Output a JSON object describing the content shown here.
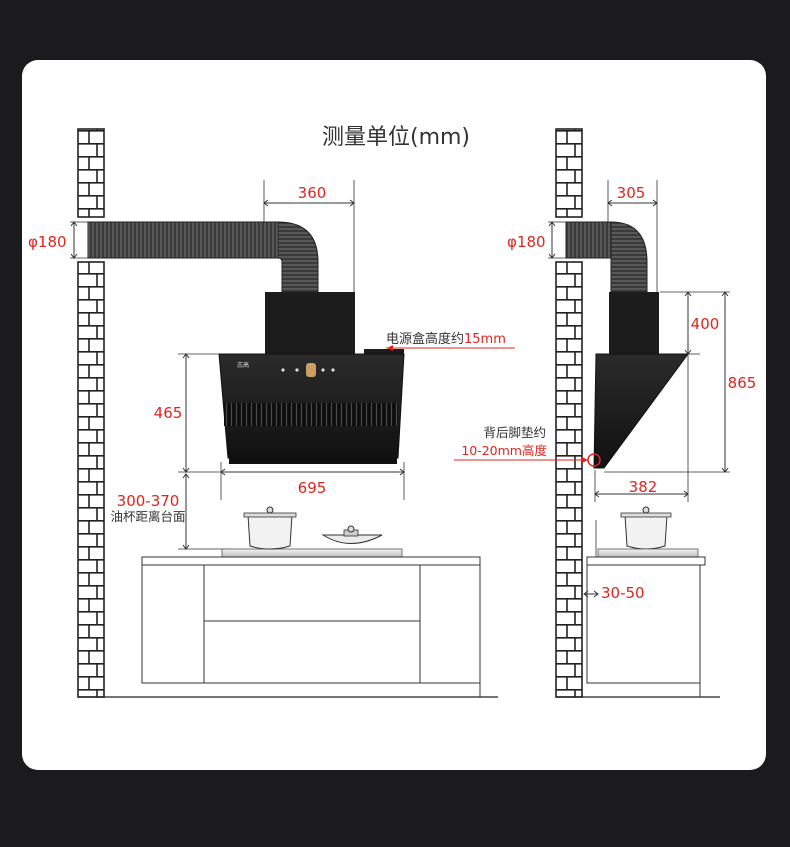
{
  "title": "测量单位(mm)",
  "left_view": {
    "duct_diameter": "φ180",
    "elbow_offset": "360",
    "power_box_note": "电源盒高度约15mm",
    "panel_height": "465",
    "hood_width": "695",
    "install_height_range": "300-370",
    "install_height_note": "油杯距离台面",
    "hood_logo": "志高"
  },
  "right_view": {
    "duct_diameter": "φ180",
    "elbow_offset": "305",
    "chimney_height": "400",
    "total_height": "865",
    "pad_note_1": "背后脚垫约",
    "pad_note_2": "10-20mm高度",
    "depth": "382",
    "counter_gap": "30-50"
  },
  "colors": {
    "dimension_red": "#e1241e",
    "hood_black": "#1e1e1e",
    "wall_brick": "#ffffff",
    "frame_dark": "#1b1b1d"
  }
}
